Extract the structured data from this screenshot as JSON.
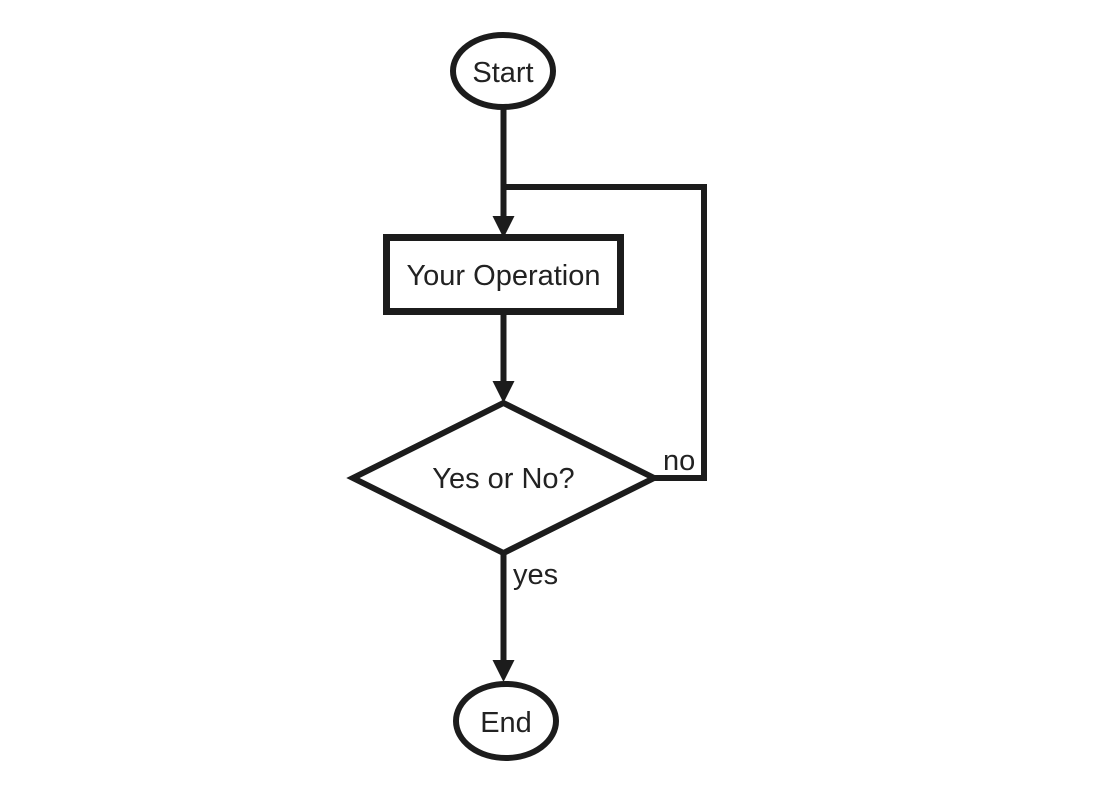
{
  "diagram": {
    "type": "flowchart",
    "background_color": "#ffffff",
    "stroke_color": "#1c1c1c",
    "text_color": "#222222",
    "node_fill": "#ffffff",
    "nodes": [
      {
        "id": "start",
        "shape": "ellipse",
        "label": "Start"
      },
      {
        "id": "operation",
        "shape": "rectangle",
        "label": "Your Operation"
      },
      {
        "id": "decision",
        "shape": "diamond",
        "label": "Yes or No?"
      },
      {
        "id": "end",
        "shape": "ellipse",
        "label": "End"
      }
    ],
    "edges": [
      {
        "from": "start",
        "to": "operation",
        "label": ""
      },
      {
        "from": "operation",
        "to": "decision",
        "label": ""
      },
      {
        "from": "decision",
        "to": "end",
        "label": "yes"
      },
      {
        "from": "decision",
        "to": "operation",
        "label": "no",
        "style": "feedback-loop"
      }
    ]
  }
}
